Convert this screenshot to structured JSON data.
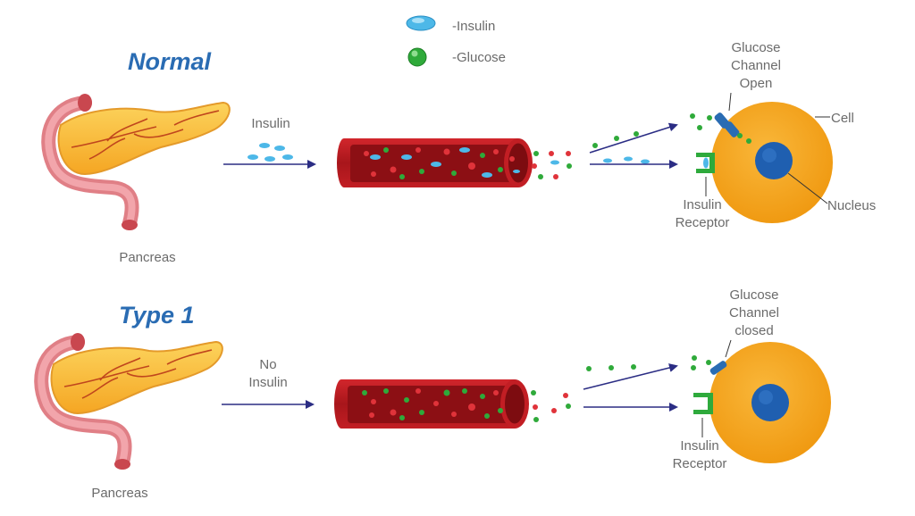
{
  "legend": {
    "insulin_label": "-Insulin",
    "glucose_label": "-Glucose"
  },
  "colors": {
    "insulin": "#4db8e8",
    "glucose": "#2faa3a",
    "red_cell": "#e0333a",
    "vessel": "#b3191e",
    "cell": "#f6a31c",
    "nucleus": "#1f5fb0",
    "heading": "#2a6cb3",
    "arrow": "#2b2d84",
    "receptor": "#2eaa3c",
    "channel": "#2a6cb3"
  },
  "normal": {
    "heading": "Normal",
    "pancreas_label": "Pancreas",
    "flow_label": "Insulin",
    "glucose_channel_label": [
      "Glucose",
      "Channel",
      "Open"
    ],
    "cell_label": "Cell",
    "nucleus_label": "Nucleus",
    "receptor_label": [
      "Insulin",
      "Receptor"
    ]
  },
  "type1": {
    "heading": "Type 1",
    "pancreas_label": "Pancreas",
    "flow_label": [
      "No",
      "Insulin"
    ],
    "glucose_channel_label": [
      "Glucose",
      "Channel",
      "closed"
    ],
    "receptor_label": [
      "Insulin",
      "Receptor"
    ]
  }
}
